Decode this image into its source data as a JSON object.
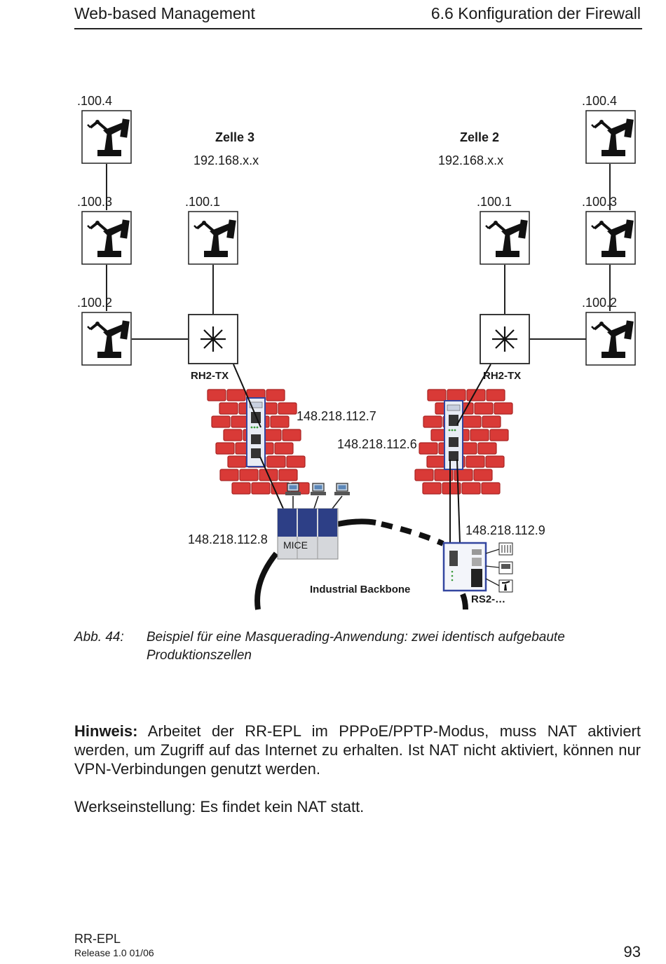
{
  "header": {
    "left": "Web-based Management",
    "right": "6.6 Konfiguration der Firewall"
  },
  "figure": {
    "cell_left": {
      "name": "Zelle 3",
      "network": "192.168.x.x"
    },
    "cell_right": {
      "name": "Zelle 2",
      "network": "192.168.x.x"
    },
    "robot_labels": {
      "l_top": ".100.4",
      "l_mid": ".100.3",
      "l_bot": ".100.2",
      "l_switch": ".100.1",
      "r_top": ".100.4",
      "r_mid": ".100.3",
      "r_bot": ".100.2",
      "r_switch": ".100.1"
    },
    "switch_left_label": "RH2-TX",
    "switch_right_label": "RH2-TX",
    "ip_fw_left": "148.218.112.7",
    "ip_fw_right": "148.218.112.6",
    "ip_mice": "148.218.112.8",
    "ip_rs2": "148.218.112.9",
    "mice_label": "MICE",
    "backbone_label": "Industrial Backbone",
    "rs2_label": "RS2-…",
    "colors": {
      "brick": "#d93a37",
      "brick_dark": "#a82322",
      "mice_blue": "#2d3f86",
      "device_blue": "#3346a0"
    }
  },
  "caption": {
    "number": "Abb. 44:",
    "text": "Beispiel für eine Masquerading-Anwendung: zwei identisch aufgebaute Produktionszellen"
  },
  "note": {
    "label": "Hinweis:",
    "text": " Arbeitet der RR-EPL im PPPoE/PPTP-Modus, muss NAT aktiviert werden, um Zugriff auf das Internet zu erhalten. Ist NAT nicht aktiviert, kön­nen nur VPN-Verbindungen genutzt werden."
  },
  "factory_setting": "Werkseinstellung: Es findet kein NAT statt.",
  "footer": {
    "product": "RR-EPL",
    "release": "Release  1.0  01/06",
    "page": "93"
  }
}
